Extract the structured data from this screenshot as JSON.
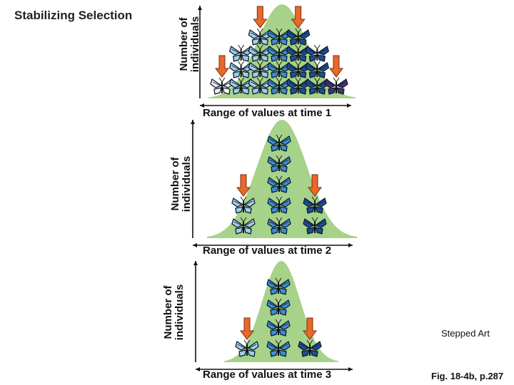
{
  "title": "Stabilizing Selection",
  "panels": [
    {
      "y_label_line1": "Number of",
      "y_label_line2": "individuals",
      "x_label": "Range of values at time 1",
      "columns": [
        1,
        3,
        4,
        4,
        4,
        3,
        1
      ],
      "arrows_on_columns": [
        0,
        2,
        4,
        6
      ]
    },
    {
      "y_label_line1": "Number of",
      "y_label_line2": "individuals",
      "x_label": "Range of values at time 2",
      "columns": [
        2,
        5,
        2
      ],
      "arrows_on_columns": [
        0,
        2
      ]
    },
    {
      "y_label_line1": "Number of",
      "y_label_line2": "individuals",
      "x_label": "Range of values at time 3",
      "columns": [
        1,
        4,
        1
      ],
      "arrows_on_columns": [
        0,
        2
      ]
    }
  ],
  "note_stepped": "Stepped Art",
  "note_fig": "Fig. 18-4b, p.287",
  "colors": {
    "curve_fill": "#a6d28a",
    "arrow": "#e8682a",
    "arrow_stroke": "#7a2f0a",
    "butterfly_light": "#9fd0ea",
    "butterfly_mid": "#3b8fd0",
    "butterfly_dark": "#1e4f93",
    "butterfly_white": "#f2f2f2",
    "butterfly_purple": "#4a2f7a"
  }
}
